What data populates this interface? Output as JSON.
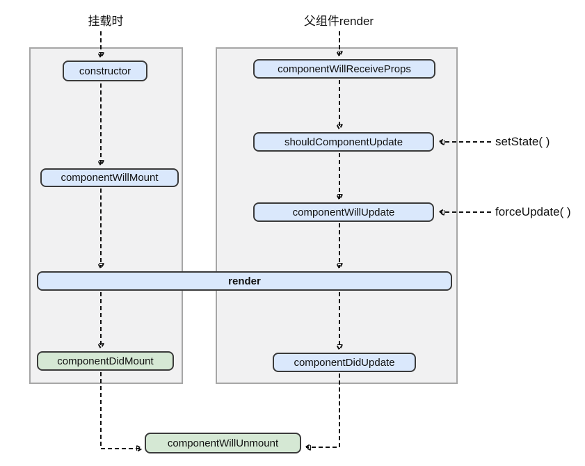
{
  "diagram": {
    "title": "React component lifecycle flowchart",
    "headers": {
      "mount": "挂载时",
      "parent_render": "父组件render"
    },
    "nodes": {
      "constructor": "constructor",
      "componentWillMount": "componentWillMount",
      "componentWillReceiveProps": "componentWillReceiveProps",
      "shouldComponentUpdate": "shouldComponentUpdate",
      "componentWillUpdate": "componentWillUpdate",
      "render": "render",
      "componentDidMount": "componentDidMount",
      "componentDidUpdate": "componentDidUpdate",
      "componentWillUnmount": "componentWillUnmount"
    },
    "side_labels": {
      "set_state": "setState( )",
      "force_update": "forceUpdate( )"
    },
    "colors": {
      "node_blue_fill": "#dae8fc",
      "node_green_fill": "#d5e8d4",
      "node_border": "#3a3a3a",
      "panel_fill": "#f1f1f2",
      "panel_border": "#a6a6a6",
      "arrow": "#111111",
      "background": "#ffffff"
    }
  }
}
